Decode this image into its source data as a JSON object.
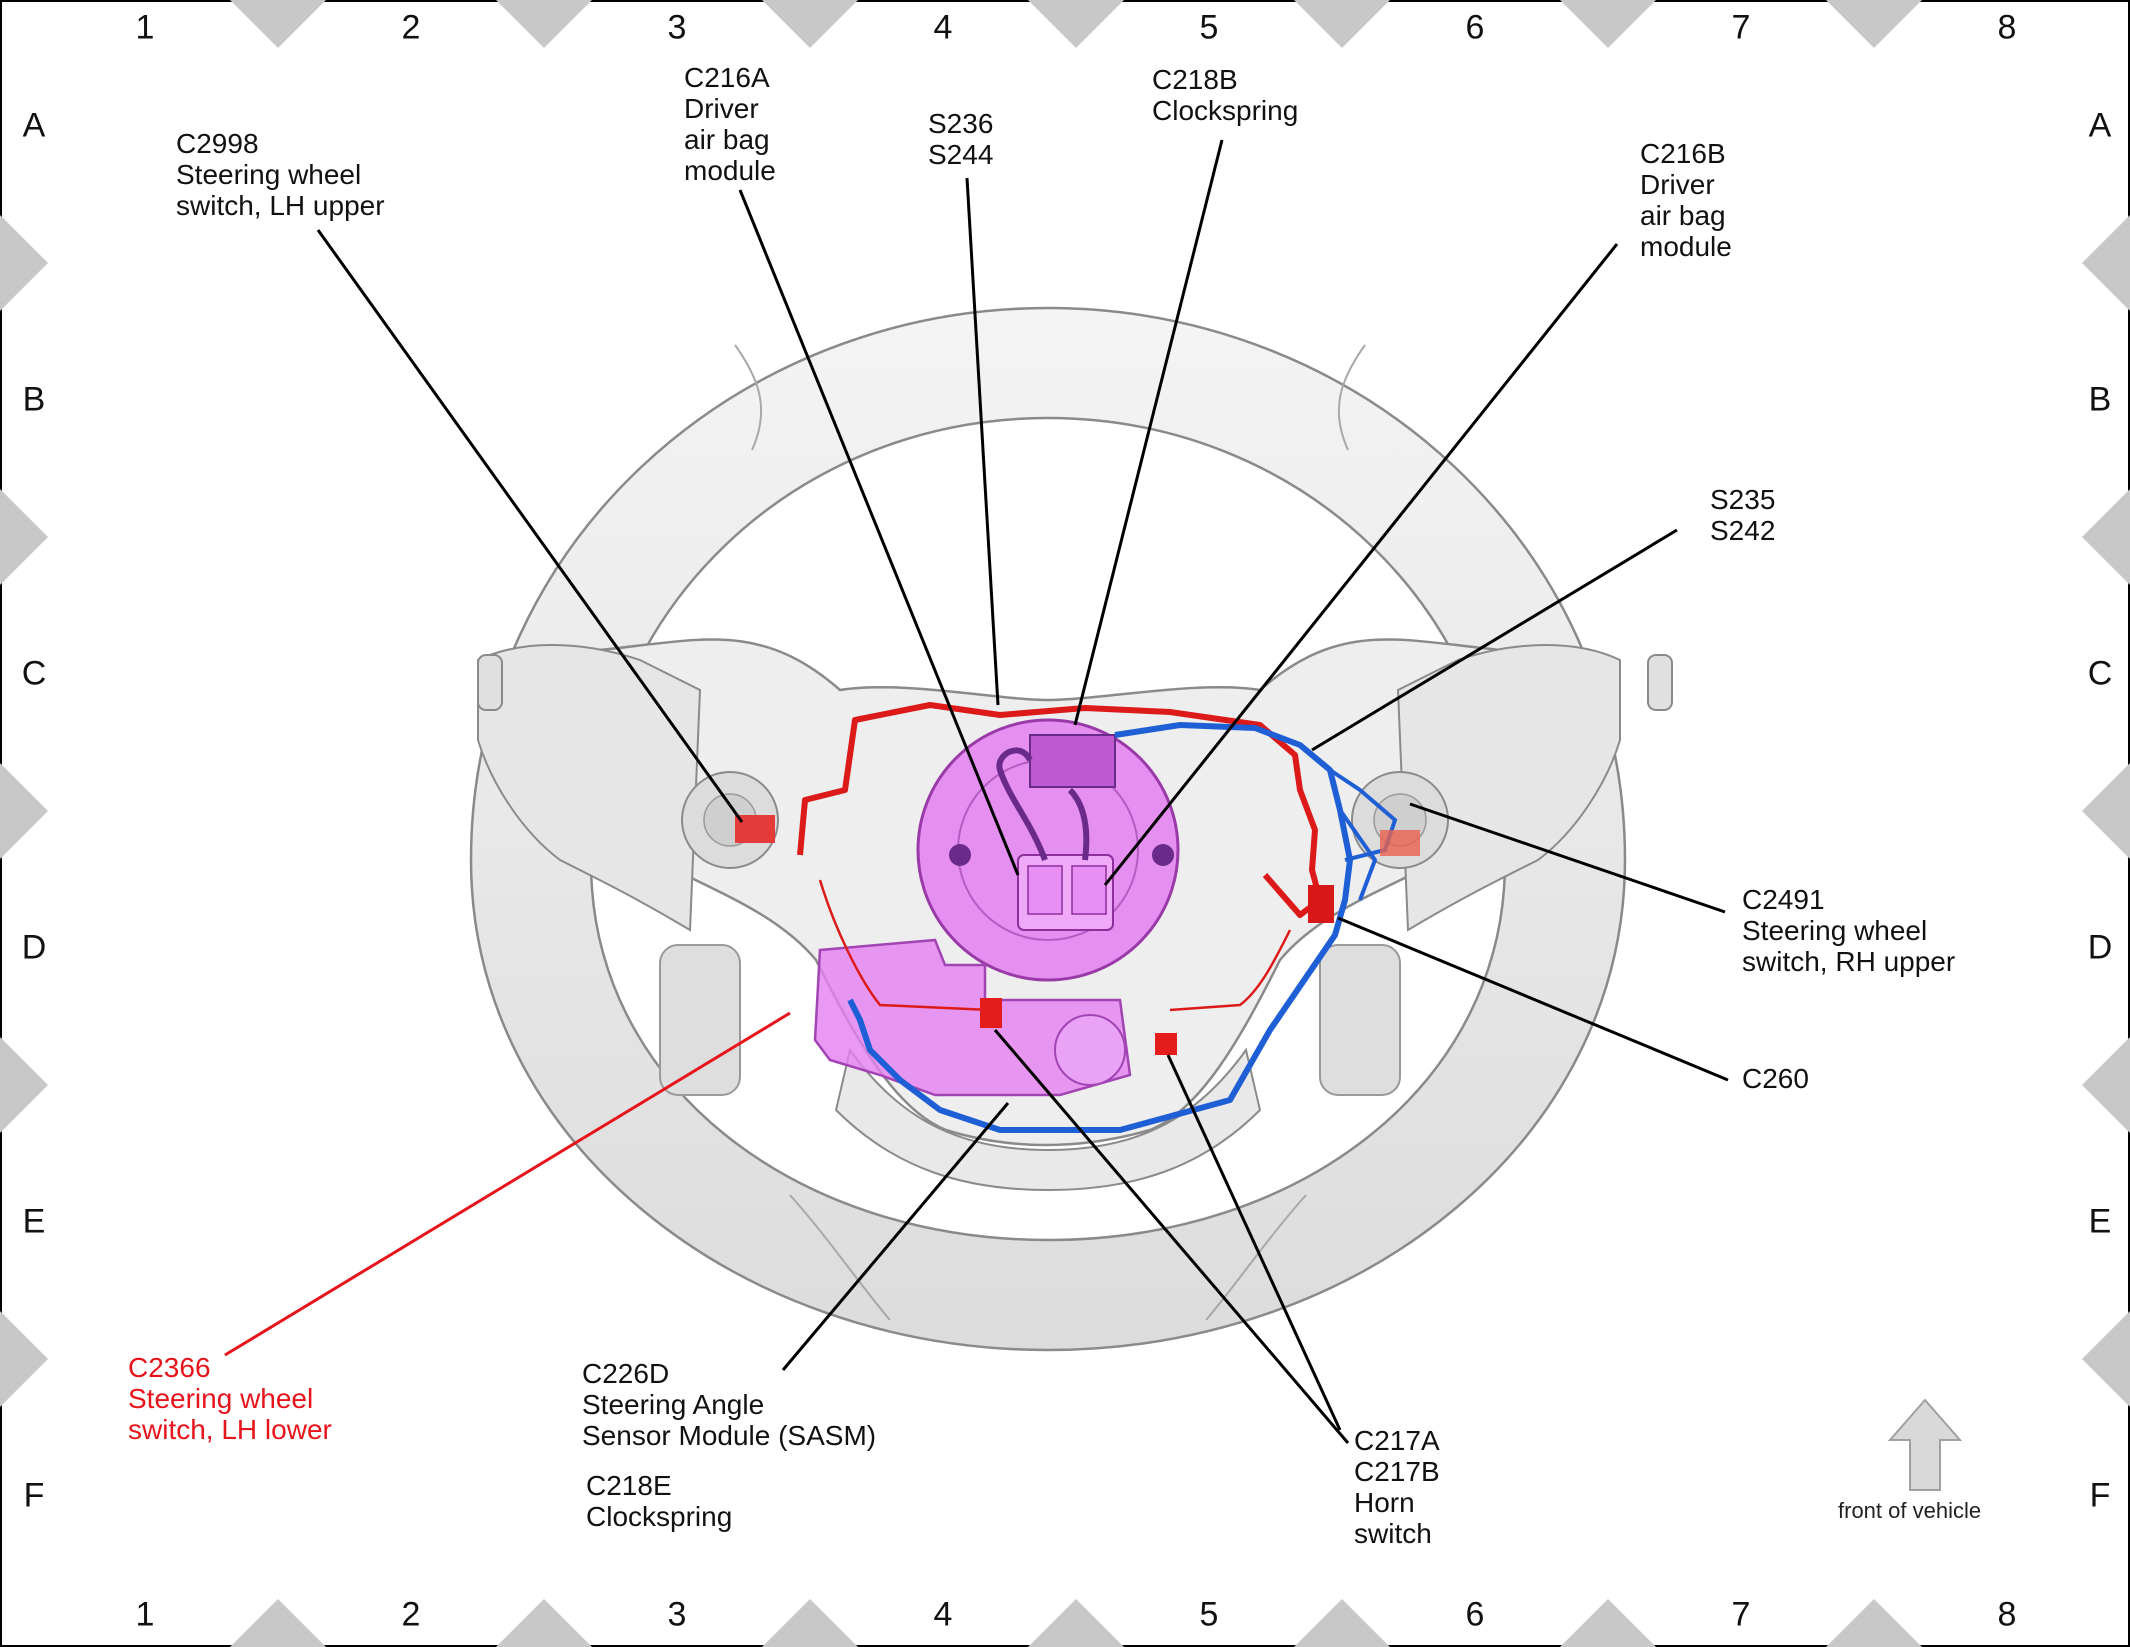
{
  "grid": {
    "columns": [
      "1",
      "2",
      "3",
      "4",
      "5",
      "6",
      "7",
      "8"
    ],
    "rows": [
      "A",
      "B",
      "C",
      "D",
      "E",
      "F"
    ]
  },
  "labels": {
    "c2998": [
      "C2998",
      "Steering wheel",
      "switch, LH upper"
    ],
    "c216a": [
      "C216A",
      "Driver",
      "air bag",
      "module"
    ],
    "s236": [
      "S236",
      "S244"
    ],
    "c218b": [
      "C218B",
      "Clockspring"
    ],
    "c216b": [
      "C216B",
      "Driver",
      "air bag",
      "module"
    ],
    "s235": [
      "S235",
      "S242"
    ],
    "c2491": [
      "C2491",
      "Steering wheel",
      "switch, RH upper"
    ],
    "c260": [
      "C260"
    ],
    "c2366": [
      "C2366",
      "Steering wheel",
      "switch, LH lower"
    ],
    "c226d": [
      "C226D",
      "Steering Angle",
      "Sensor Module (SASM)"
    ],
    "c218e": [
      "C218E",
      "Clockspring"
    ],
    "c217": [
      "C217A",
      "C217B",
      "Horn",
      "switch"
    ]
  },
  "front_of_vehicle": "front of vehicle",
  "colors": {
    "highlight": "#e8141c",
    "harness_red": "#dd1a1a",
    "harness_blue": "#1f5fd6",
    "module_magenta": "#e37ff0",
    "leader": "#000000",
    "grid_marker": "#c8c8c8"
  }
}
